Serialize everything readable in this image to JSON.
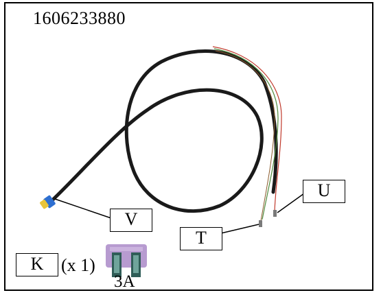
{
  "diagram": {
    "part_number": "1606233880",
    "callouts": {
      "v": "V",
      "t": "T",
      "u": "U",
      "k": "K"
    },
    "quantity_k": "(x 1)",
    "fuse_rating": "3A"
  },
  "colors": {
    "cable": "#1a1a1a",
    "wire_red": "#c0392b",
    "wire_green": "#4f8a3c",
    "wire_brown": "#8a5a2b",
    "connector_blue": "#2e6fd1",
    "connector_yellow": "#e9c43a",
    "fuse_body": "#b79bd0",
    "fuse_legs": "#2f5d57"
  }
}
